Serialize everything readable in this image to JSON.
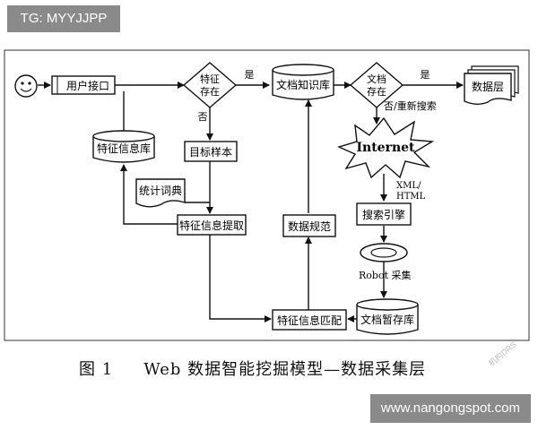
{
  "top_tag": "TG: MYYJJPP",
  "bottom_tag": "www.nangongspot.com",
  "caption": {
    "number": "图 1",
    "title": "Web 数据智能挖掘模型—数据采集层"
  },
  "watermark": "机构DRS",
  "diagram": {
    "user_interface": "用户接口",
    "feature_exists": [
      "特征",
      "存在"
    ],
    "doc_kb": "文档知识库",
    "doc_exists": [
      "文档",
      "存在"
    ],
    "data_layer": "数据层",
    "feature_db": "特征信息库",
    "target_sample": "目标样本",
    "statistics_dict": "统计词典",
    "feature_extract": "特征信息提取",
    "data_norm": "数据规范",
    "internet": "Internet",
    "xml_html": [
      "XML/",
      "HTML"
    ],
    "search_engine": "搜索引擎",
    "robot_collect": "Robot 采集",
    "doc_temp": "文档暂存库",
    "feature_match": "特征信息匹配",
    "yes1": "是",
    "yes2": "是",
    "no1": "否",
    "no2": "否/重新搜索"
  }
}
